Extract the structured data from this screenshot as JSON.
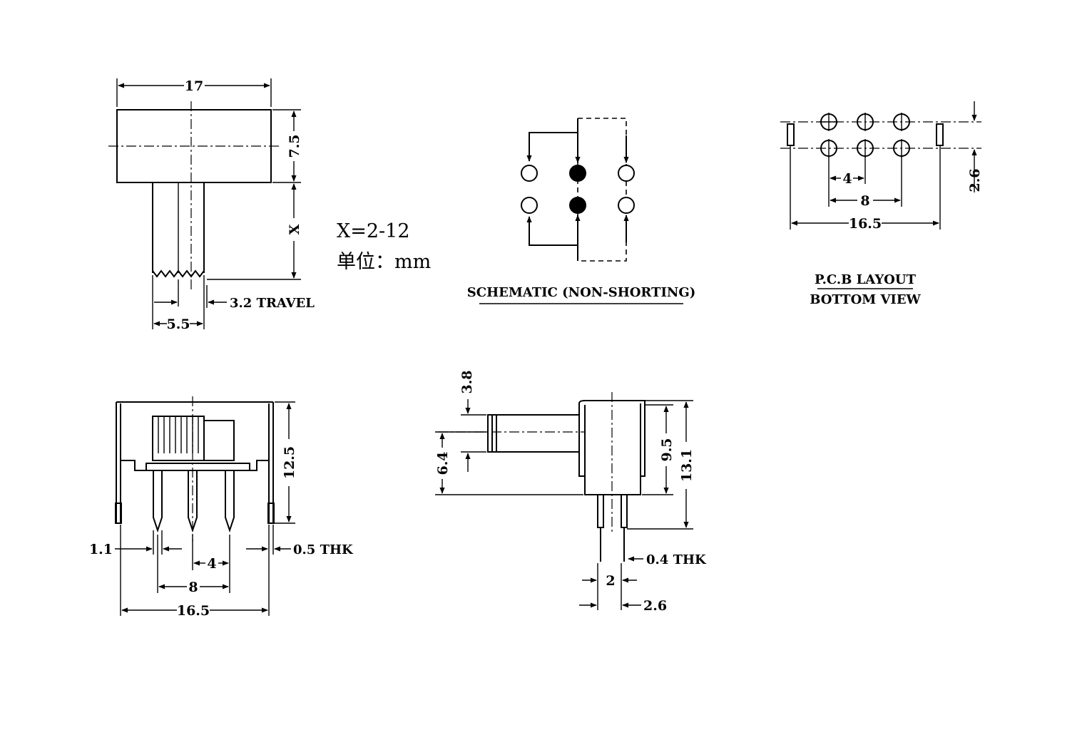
{
  "views": {
    "top": {
      "width": "17",
      "height": "7.5",
      "actuator": "X",
      "actuator_width": "5.5",
      "travel": "3.2 TRAVEL"
    },
    "note": {
      "x_range": "X=2-12",
      "unit": "单位：mm"
    },
    "schematic": {
      "title": "SCHEMATIC (NON-SHORTING)"
    },
    "pcb": {
      "title_line1": "P.C.B LAYOUT",
      "title_line2": "BOTTOM VIEW",
      "pitch": "4",
      "span": "8",
      "overall": "16.5",
      "row_spacing": "2.6"
    },
    "front": {
      "height": "12.5",
      "pin_width": "1.1",
      "thickness": "0.5 THK",
      "pitch": "4",
      "span": "8",
      "overall": "16.5"
    },
    "side": {
      "actuator_height": "3.8",
      "actuator_offset": "6.4",
      "body_height": "9.5",
      "overall_height": "13.1",
      "thickness": "0.4 THK",
      "pin_spacing": "2",
      "pin_offset": "2.6"
    }
  }
}
